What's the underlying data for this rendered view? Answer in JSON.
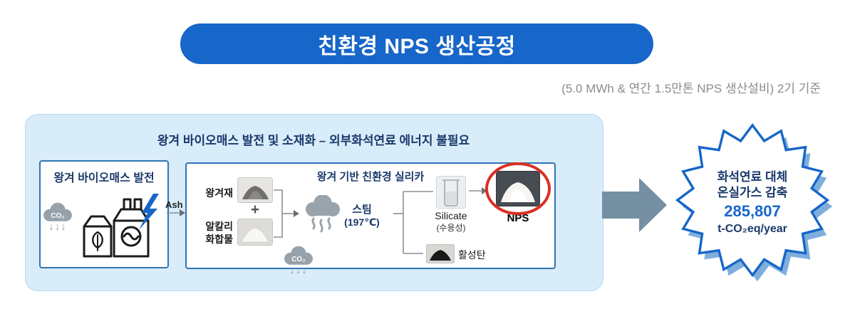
{
  "banner": {
    "title": "친환경 NPS 생산공정"
  },
  "subtitle": "(5.0 MWh & 연간 1.5만톤 NPS 생산설비) 2기 기준",
  "diagram": {
    "section_title": "왕겨 바이오매스 발전 및 소재화 – 외부화석연료 에너지 불필요",
    "plant": {
      "title": "왕겨 바이오매스 발전",
      "co2": "CO₂",
      "co2_arrows": "↓↓↓"
    },
    "ash_arrow_label": "Ash",
    "silica": {
      "title": "왕겨 기반 친환경 실리카",
      "input_ash": "왕겨재",
      "plus": "+",
      "input_alkali": "알칼리\n화합물",
      "steam": "스팀",
      "steam_temp": "(197℃)",
      "silicate": "Silicate",
      "silicate_sub": "(수용성)",
      "nps": "NPS",
      "carbon": "활성탄"
    },
    "co2_out": {
      "co2": "CO₂",
      "arrows": "↓↓↓"
    }
  },
  "result": {
    "line1": "화석연료 대체",
    "line2": "온실가스 감축",
    "value": "285,807",
    "unit": "t-CO₂eq/year"
  },
  "colors": {
    "banner_blue": "#1766C9",
    "accent_blue": "#1766C9",
    "navy": "#1B3A6B",
    "panel_blue": "#D9ECFA",
    "box_border": "#2E75B6",
    "arrow_gray_blue": "#7590A3",
    "star_shadow_blue": "#7FAEDC",
    "red_circle": "#D93025",
    "subtitle_gray": "#8C8C8C"
  }
}
